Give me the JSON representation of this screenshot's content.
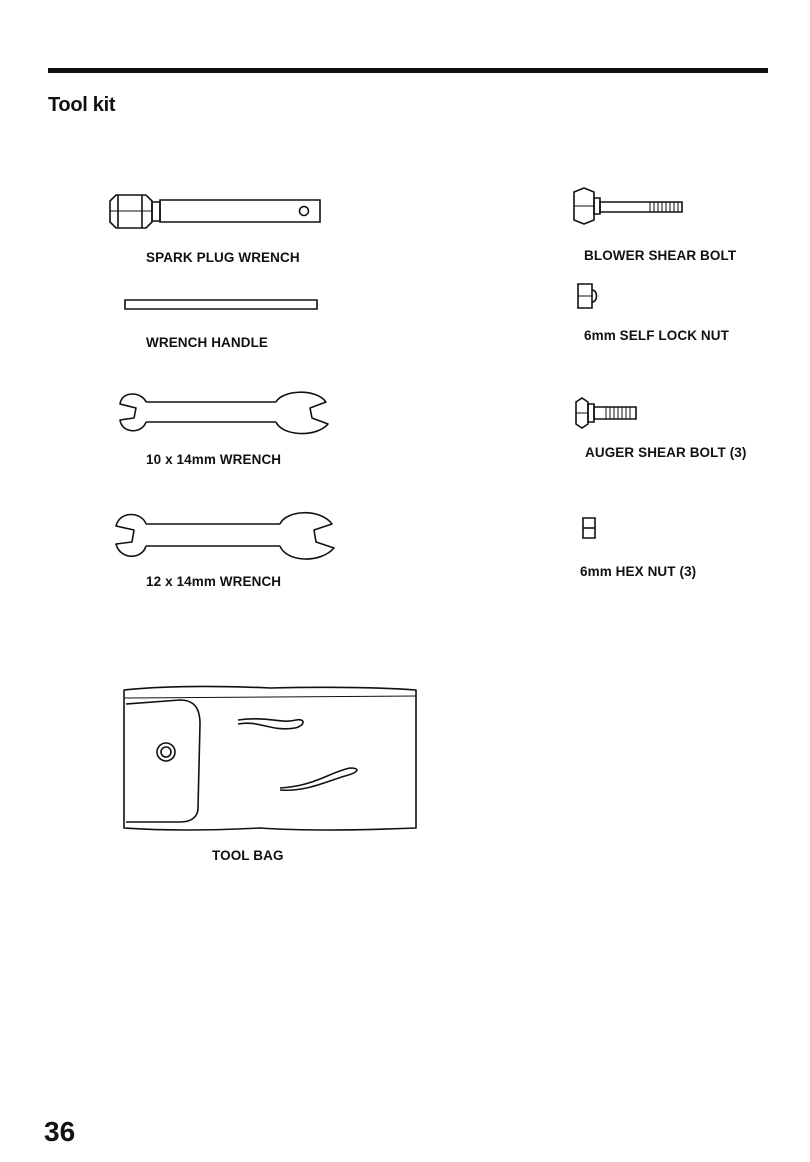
{
  "page": {
    "title": "Tool kit",
    "page_number": "36"
  },
  "tools": {
    "spark_plug_wrench": "SPARK PLUG WRENCH",
    "wrench_handle": "WRENCH HANDLE",
    "wrench_10x14": "10 x 14mm WRENCH",
    "wrench_12x14": "12 x 14mm WRENCH",
    "tool_bag": "TOOL BAG",
    "blower_shear_bolt": "BLOWER SHEAR BOLT",
    "self_lock_nut": "6mm SELF LOCK NUT",
    "auger_shear_bolt": "AUGER SHEAR BOLT (3)",
    "hex_nut": "6mm HEX NUT (3)"
  }
}
